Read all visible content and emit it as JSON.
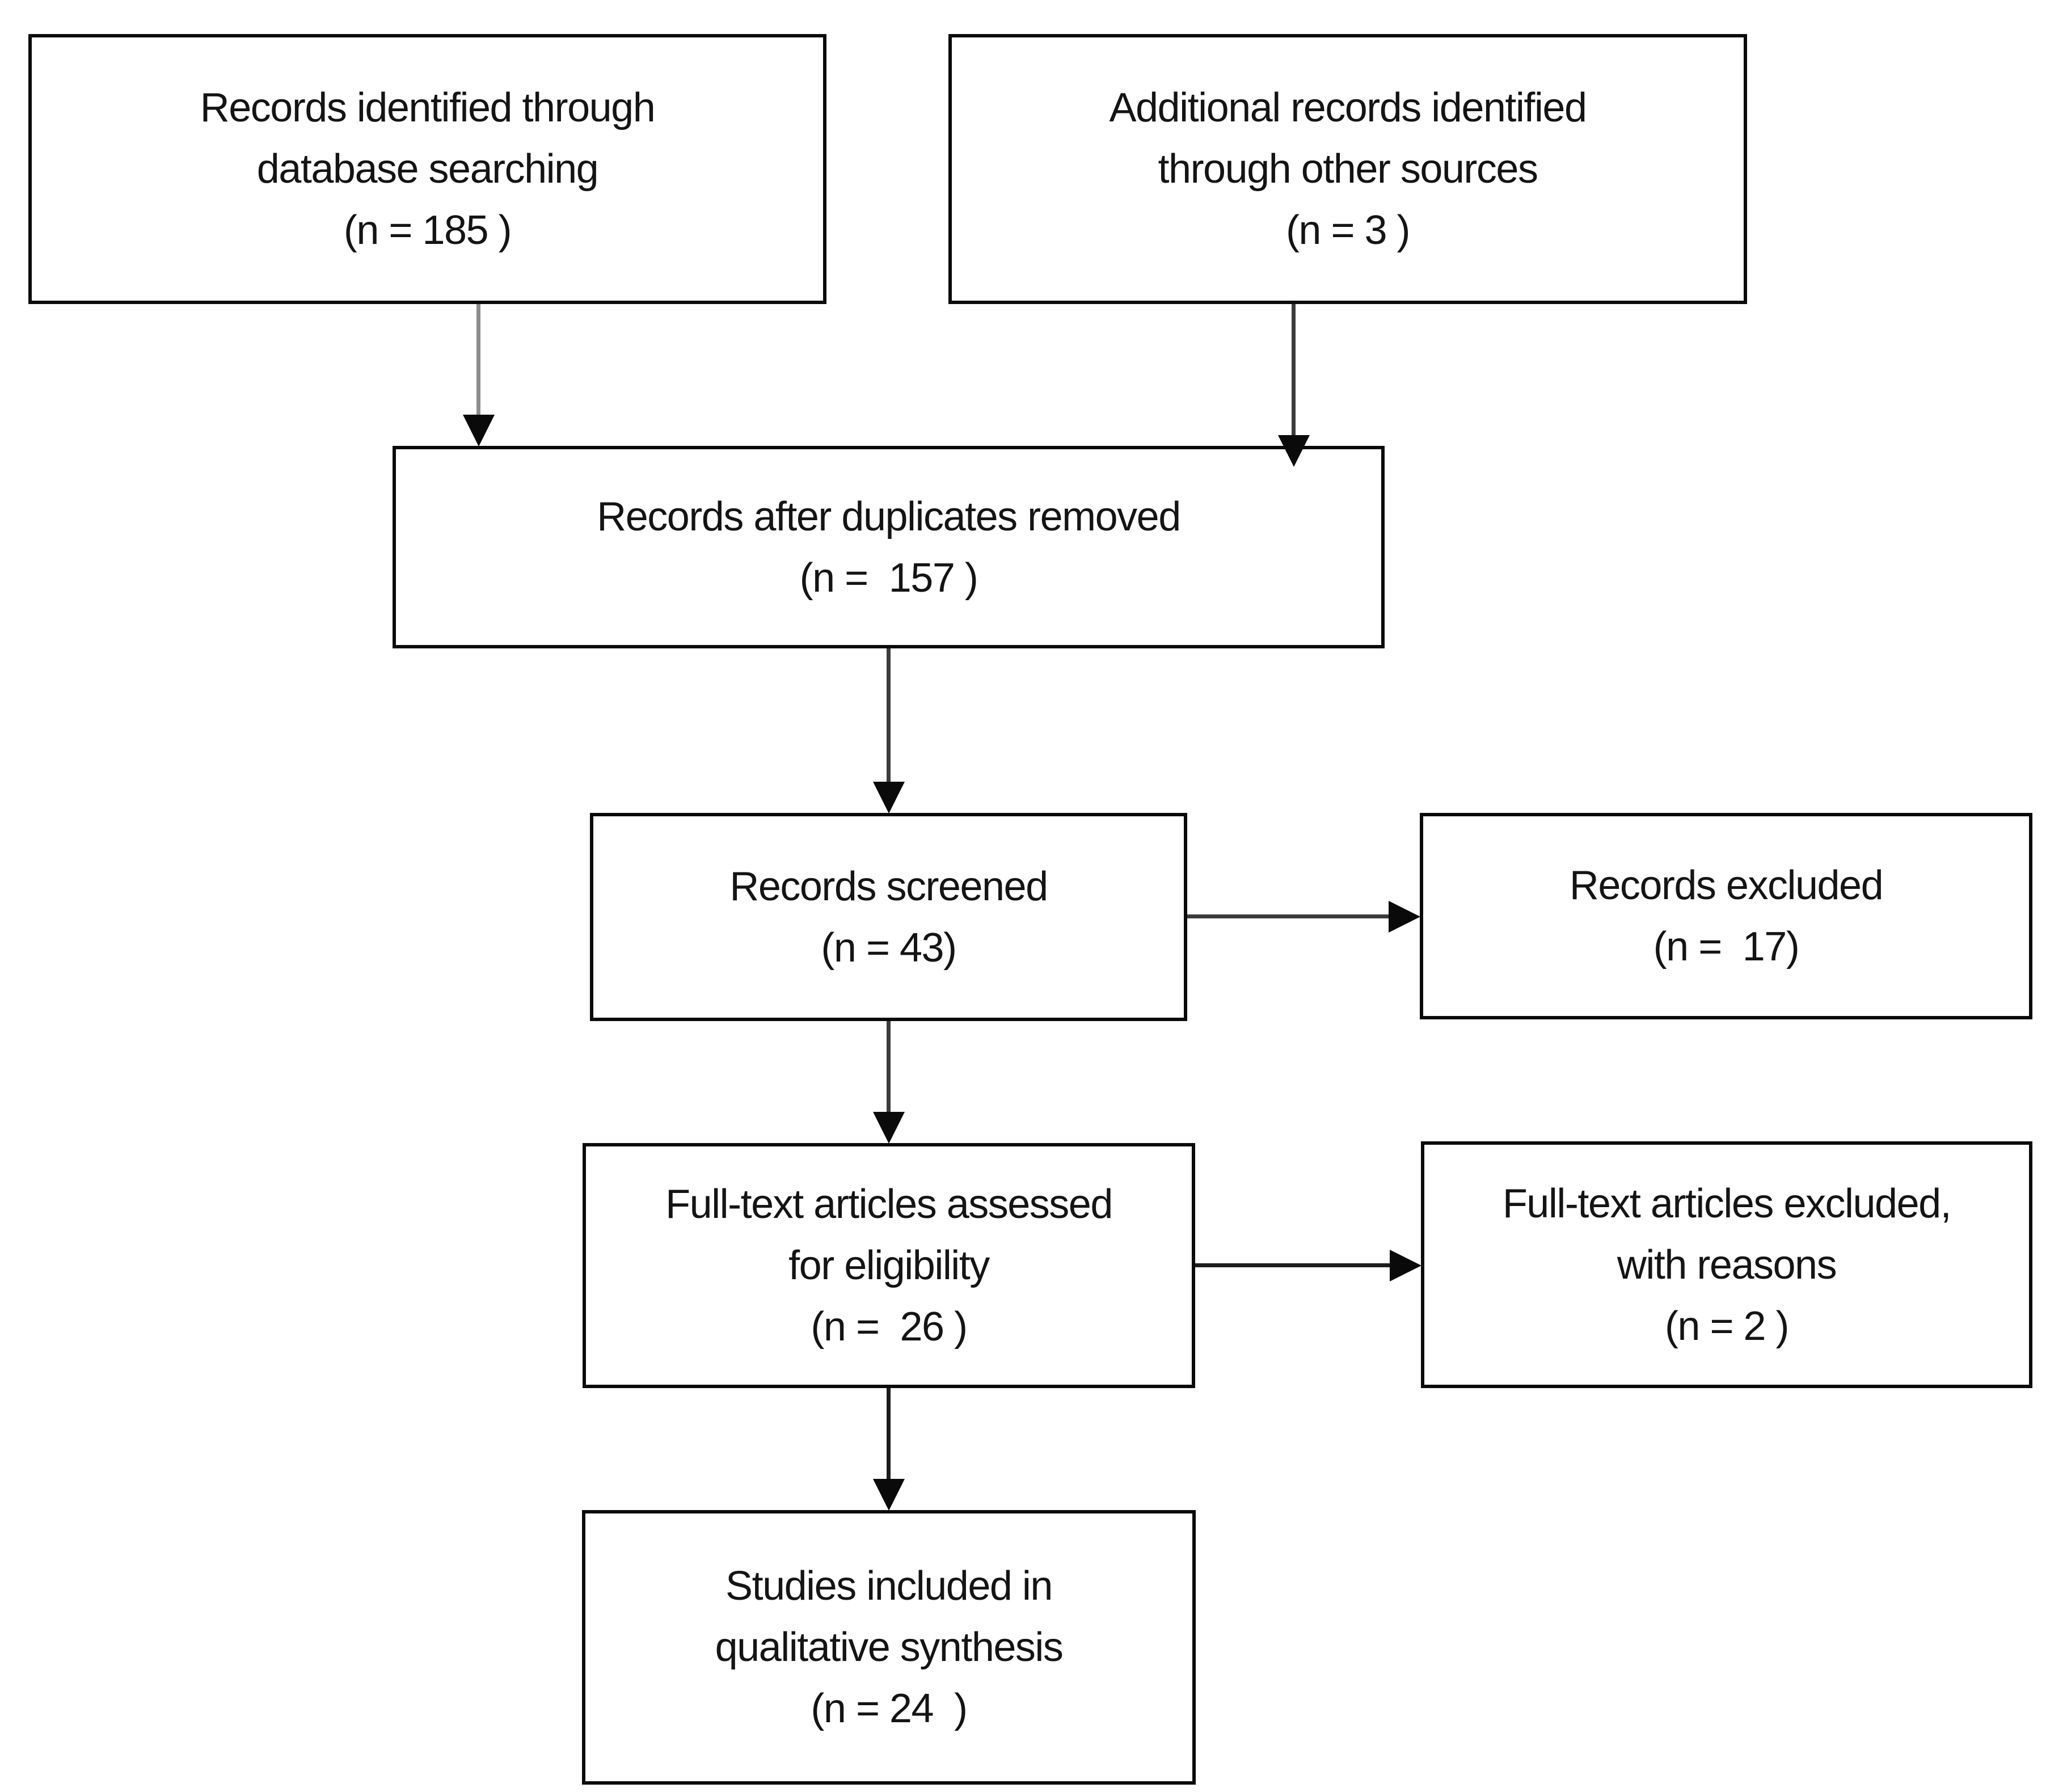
{
  "diagram_type": "flowchart",
  "colors": {
    "background": "#ffffff",
    "box_fill": "#ffffff",
    "box_border": "#0a0a0a",
    "text": "#141414",
    "arrow_line_dark": "#3c3c3c",
    "arrow_line_light": "#8c8c8c",
    "arrow_head": "#0a0a0a"
  },
  "nodes": {
    "records_identified": {
      "text": "Records identified through\ndatabase searching\n(n = 185 )",
      "n": 185
    },
    "additional_records": {
      "text": "Additional records identified\nthrough other sources\n(n = 3 )",
      "n": 3
    },
    "duplicates_removed": {
      "text": "Records after duplicates removed\n(n =  157 )",
      "n": 157
    },
    "records_screened": {
      "text": "Records screened\n(n = 43)",
      "n": 43
    },
    "records_excluded": {
      "text": "Records excluded\n(n =  17)",
      "n": 17
    },
    "fulltext_assessed": {
      "text": "Full-text articles assessed\nfor eligibility\n(n =  26 )",
      "n": 26
    },
    "fulltext_excluded": {
      "text": "Full-text articles excluded,\nwith reasons\n(n = 2 )",
      "n": 2
    },
    "studies_included": {
      "text": "Studies included in\nqualitative synthesis\n(n = 24  )",
      "n": 24
    }
  },
  "edges": [
    {
      "from": "records_identified",
      "to": "duplicates_removed",
      "direction": "down"
    },
    {
      "from": "additional_records",
      "to": "duplicates_removed",
      "direction": "down"
    },
    {
      "from": "duplicates_removed",
      "to": "records_screened",
      "direction": "down"
    },
    {
      "from": "records_screened",
      "to": "records_excluded",
      "direction": "right"
    },
    {
      "from": "records_screened",
      "to": "fulltext_assessed",
      "direction": "down"
    },
    {
      "from": "fulltext_assessed",
      "to": "fulltext_excluded",
      "direction": "right"
    },
    {
      "from": "fulltext_assessed",
      "to": "studies_included",
      "direction": "down"
    }
  ]
}
